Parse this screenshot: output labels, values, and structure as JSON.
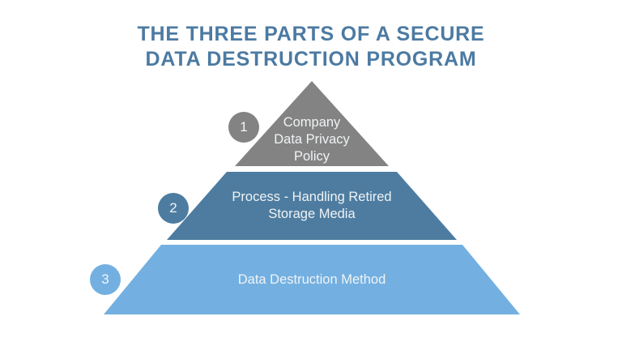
{
  "title": {
    "text": "THE THREE PARTS OF A SECURE\nDATA DESTRUCTION PROGRAM",
    "color": "#4c7aa2"
  },
  "pyramid": {
    "levels": [
      {
        "number": "1",
        "label": "Company\nData Privacy\nPolicy",
        "color": "#838383"
      },
      {
        "number": "2",
        "label": "Process - Handling Retired\nStorage Media",
        "color": "#4d7ca0"
      },
      {
        "number": "3",
        "label": "Data Destruction Method",
        "color": "#73b0e1"
      }
    ]
  }
}
